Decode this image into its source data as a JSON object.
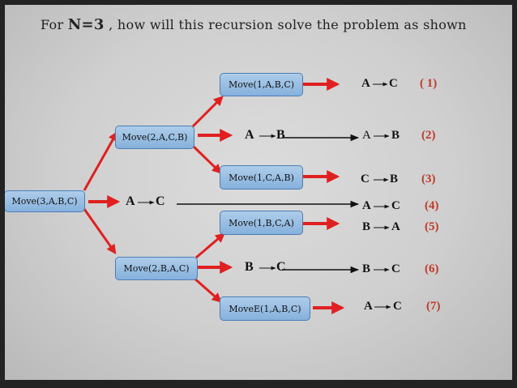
{
  "title": {
    "prefix": "For ",
    "n_value": "N=3",
    "suffix": " , how will this recursion solve the problem as shown"
  },
  "calls": {
    "root": "Move(3,A,B,C)",
    "upper": "Move(2,A,C,B)",
    "lower": "Move(2,B,A,C)",
    "leaf1": "Move(1,A,B,C)",
    "leaf2": "Move(1,C,A,B)",
    "leaf3": "Move(1,B,C,A)",
    "leaf4": "MoveE(1,A,B,C)"
  },
  "inline_moves": {
    "upper": [
      "A",
      "B"
    ],
    "root": [
      "A",
      "C"
    ],
    "lower": [
      "B",
      "C"
    ]
  },
  "results": [
    {
      "from": "A",
      "to": "C",
      "step": "( 1)"
    },
    {
      "from": "A",
      "to": "B",
      "step": "(2)"
    },
    {
      "from": "C",
      "to": "B",
      "step": "(3)"
    },
    {
      "from": "A",
      "to": "C",
      "step": "(4)"
    },
    {
      "from": "B",
      "to": "A",
      "step": "(5)"
    },
    {
      "from": "B",
      "to": "C",
      "step": "(6)"
    },
    {
      "from": "A",
      "to": "C",
      "step": "(7)"
    }
  ],
  "colors": {
    "arrow_red": "#e02020",
    "step_number": "#c0392b",
    "box_fill": "#9cc0e4"
  }
}
